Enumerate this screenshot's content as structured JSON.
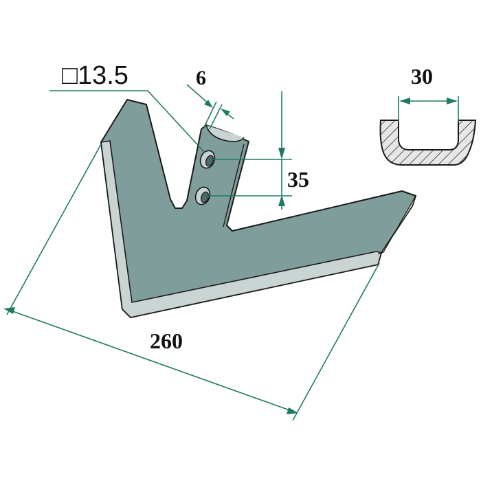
{
  "diagram": {
    "dimensions": {
      "hole_size": "□13.5",
      "shank_thickness": "6",
      "hole_spacing": "35",
      "profile_width": "30",
      "overall_width": "260"
    },
    "colors": {
      "blade": "#7f9d9b",
      "bevel": "#c9d4d3",
      "dimension_line": "#1f7a64",
      "outline": "#1a1a1a"
    }
  }
}
